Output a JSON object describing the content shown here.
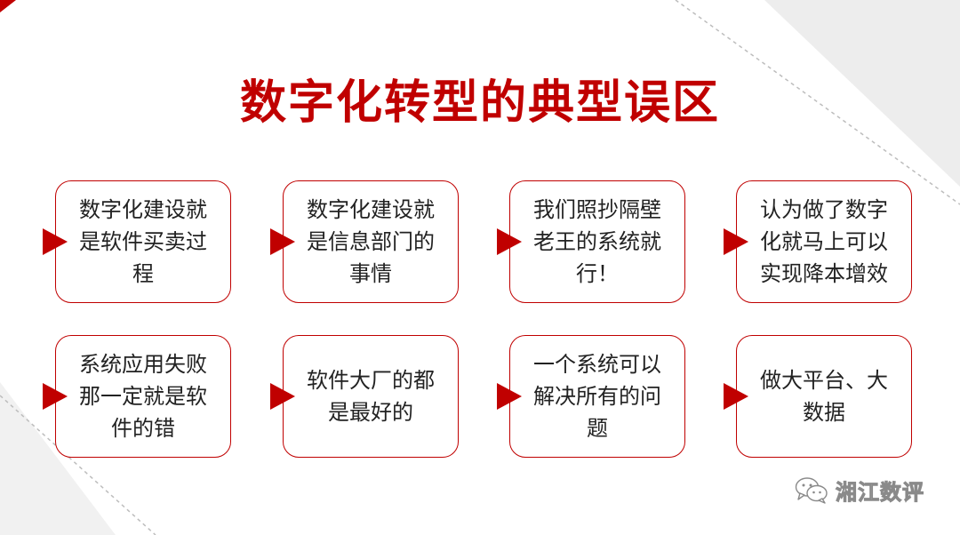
{
  "title": "数字化转型的典型误区",
  "cards": [
    {
      "text": "数字化建设就是软件买卖过程"
    },
    {
      "text": "数字化建设就是信息部门的事情"
    },
    {
      "text": "我们照抄隔壁老王的系统就行！"
    },
    {
      "text": "认为做了数字化就马上可以实现降本增效"
    },
    {
      "text": "系统应用失败那一定就是软件的错"
    },
    {
      "text": "软件大厂的都是最好的"
    },
    {
      "text": "一个系统可以解决所有的问题"
    },
    {
      "text": "做大平台、大数据"
    }
  ],
  "watermark": {
    "text": "湘江数评",
    "icon": "wechat-icon"
  },
  "colors": {
    "accent": "#c00000",
    "text": "#222222"
  }
}
